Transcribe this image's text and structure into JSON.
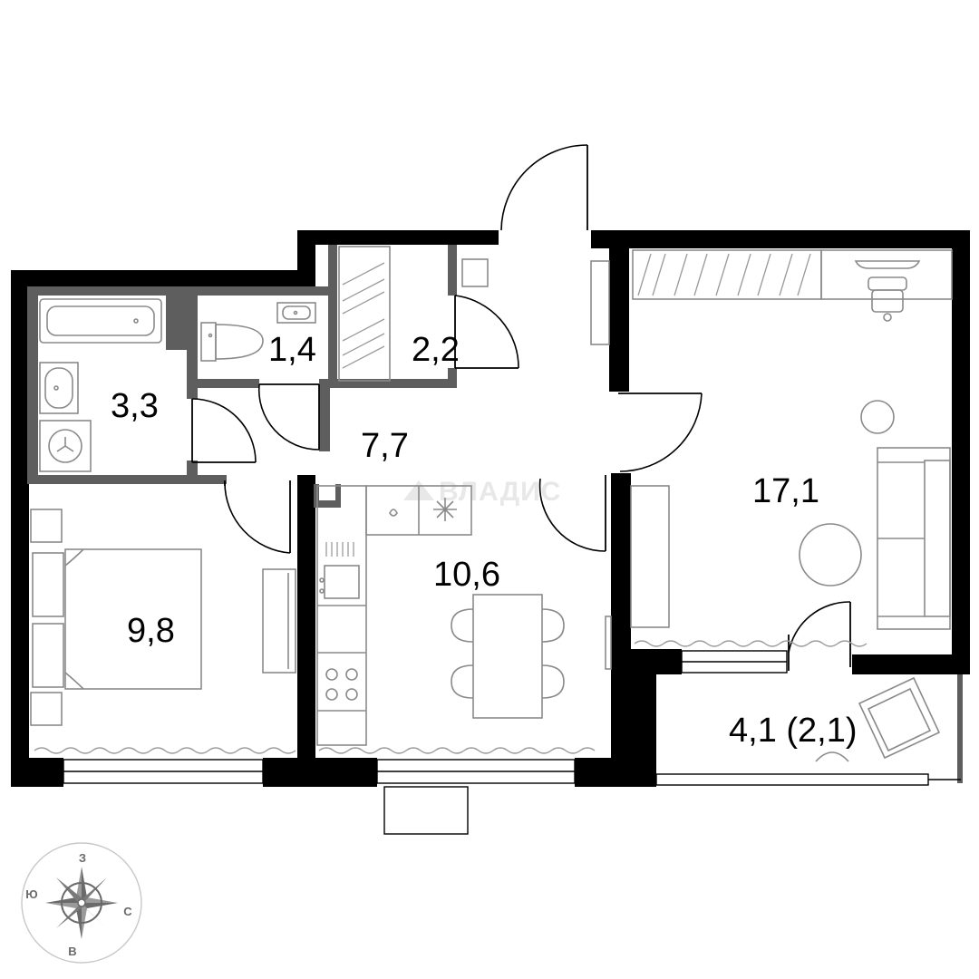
{
  "rooms": {
    "bathroom": "3,3",
    "toilet": "1,4",
    "storage": "2,2",
    "hall": "7,7",
    "living": "17,1",
    "bedroom": "9,8",
    "kitchen": "10,6",
    "balcony": "4,1 (2,1)"
  },
  "watermark": "ВЛАДИС",
  "compass": {
    "north": "З",
    "south": "В",
    "west": "Ю",
    "east": "С"
  }
}
